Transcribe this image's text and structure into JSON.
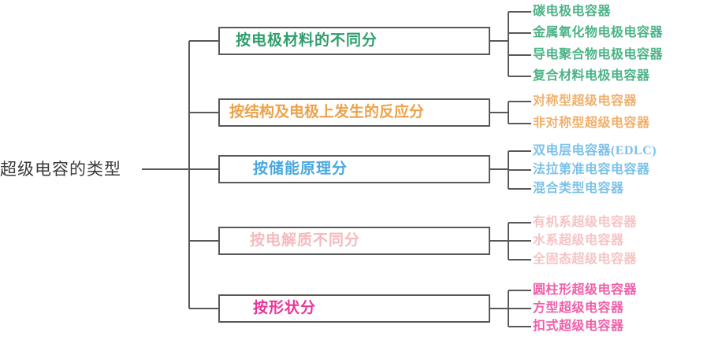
{
  "diagram": {
    "type": "mindmap-tree",
    "root": {
      "label": "超级电容的类型"
    },
    "colors": {
      "line": "#595959",
      "root_text": "#3a3a3a",
      "green": "#2e9e6b",
      "green_leaf": "#4cb387",
      "orange": "#eda24a",
      "orange_leaf": "#f0b06a",
      "blue": "#4aa8e0",
      "blue_leaf": "#7cc2e8",
      "pink_pale": "#f6b9bd",
      "pink_pale_leaf": "#f6c3c5",
      "magenta": "#e8369a",
      "magenta_leaf": "#ef5fa8"
    },
    "branches": [
      {
        "label": "按电极材料的不同分",
        "color": "#2e9e6b",
        "leaf_color": "#4cb387",
        "leaves": [
          "碳电极电容器",
          "金属氧化物电极电容器",
          "导电聚合物电极电容器",
          "复合材料电极电容器"
        ]
      },
      {
        "label": "按结构及电极上发生的反应分",
        "color": "#eda24a",
        "leaf_color": "#f0b06a",
        "leaves": [
          "对称型超级电容器",
          "非对称型超级电容器"
        ]
      },
      {
        "label": "按储能原理分",
        "color": "#4aa8e0",
        "leaf_color": "#7cc2e8",
        "leaves": [
          "双电层电容器(EDLC)",
          "法拉第准电容电容器",
          "混合类型电容器"
        ]
      },
      {
        "label": "按电解质不同分",
        "color": "#f6b9bd",
        "leaf_color": "#f6c3c5",
        "leaves": [
          "有机系超级电容器",
          "水系超级电容器",
          "全固态超级电容器"
        ]
      },
      {
        "label": "按形状分",
        "color": "#e8369a",
        "leaf_color": "#ef5fa8",
        "leaves": [
          "圆柱形超级电容器",
          "方型超级电容器",
          "扣式超级电容器"
        ]
      }
    ]
  }
}
